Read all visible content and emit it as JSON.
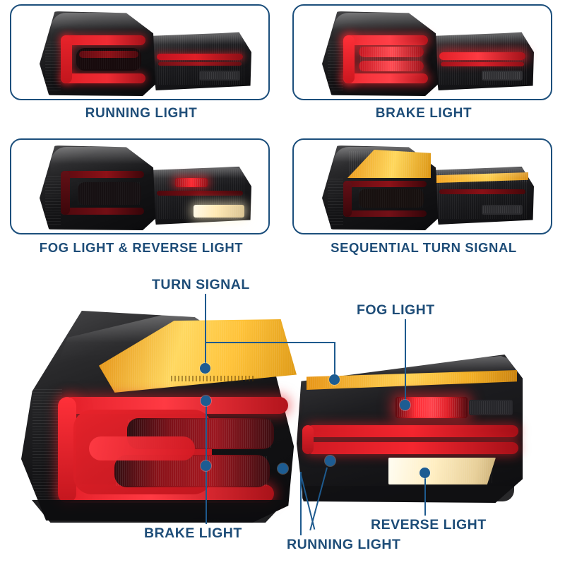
{
  "accent_color": "#1e4d78",
  "leader_color": "#1d5c92",
  "panel_border_color": "#1c4f7c",
  "background_color": "#ffffff",
  "modes": [
    {
      "id": "running-light",
      "label": "RUNNING LIGHT"
    },
    {
      "id": "brake-light",
      "label": "BRAKE LIGHT"
    },
    {
      "id": "fog-reverse",
      "label": "FOG LIGHT & REVERSE LIGHT"
    },
    {
      "id": "sequential",
      "label": "SEQUENTIAL TURN SIGNAL"
    }
  ],
  "diagram": {
    "callouts": [
      {
        "id": "turn-signal",
        "label": "TURN SIGNAL"
      },
      {
        "id": "fog-light",
        "label": "FOG LIGHT"
      },
      {
        "id": "brake-light",
        "label": "BRAKE LIGHT"
      },
      {
        "id": "running-light",
        "label": "RUNNING LIGHT"
      },
      {
        "id": "reverse-light",
        "label": "REVERSE LIGHT"
      }
    ]
  }
}
